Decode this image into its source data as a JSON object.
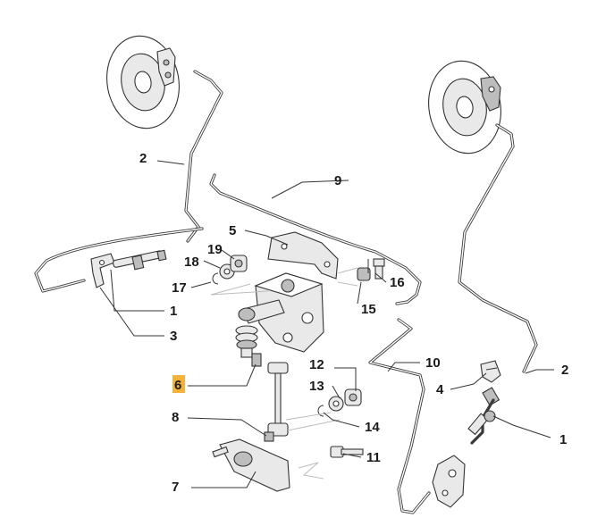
{
  "labels": {
    "l1a": "1",
    "l1b": "1",
    "l2a": "2",
    "l2b": "2",
    "l3": "3",
    "l4": "4",
    "l5": "5",
    "l6": "6",
    "l7": "7",
    "l8": "8",
    "l9": "9",
    "l10": "10",
    "l11": "11",
    "l12": "12",
    "l13": "13",
    "l14": "14",
    "l15": "15",
    "l16": "16",
    "l17": "17",
    "l18": "18",
    "l19": "19"
  },
  "highlight_color": "#f3b23a",
  "highlighted_part": "6"
}
